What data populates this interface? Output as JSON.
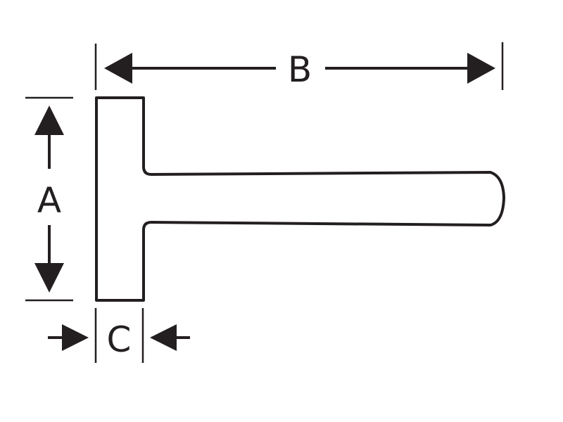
{
  "diagram": {
    "labels": {
      "a": "A",
      "b": "B",
      "c": "C"
    },
    "colors": {
      "ink": "#231f20",
      "background": "#ffffff"
    }
  }
}
